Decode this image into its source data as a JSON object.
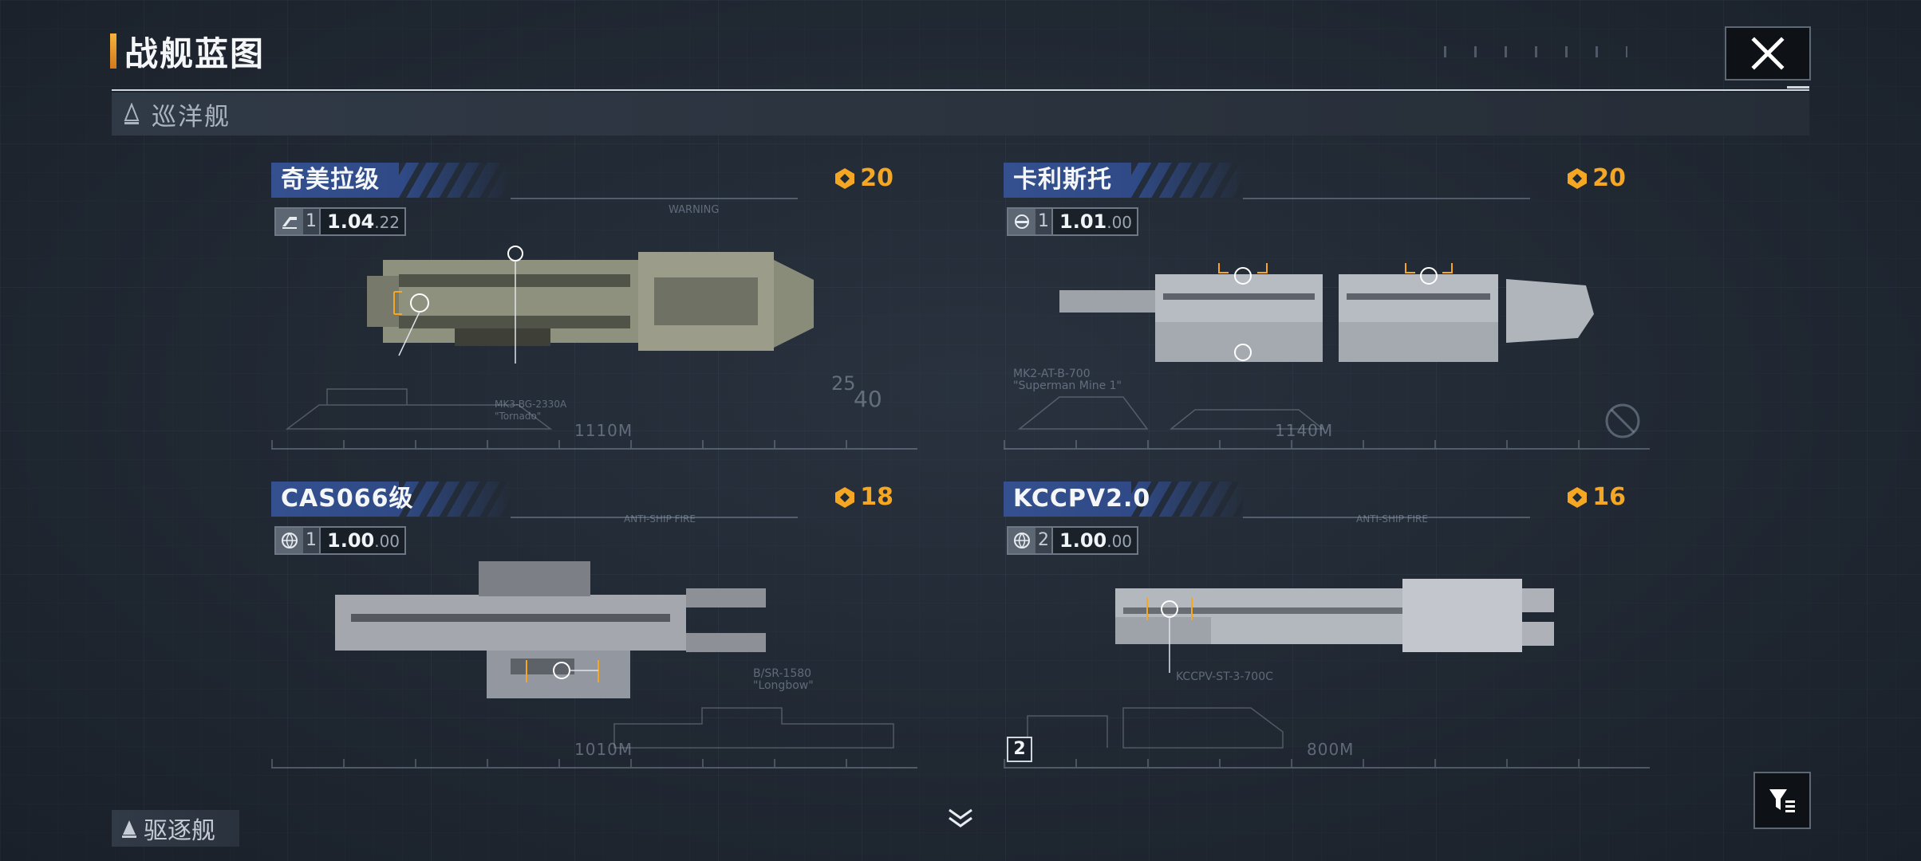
{
  "header": {
    "title": "战舰蓝图",
    "accent_color": "#f5a623"
  },
  "category": {
    "current": "巡洋舰",
    "next": "驱逐舰"
  },
  "cards": [
    {
      "name": "奇美拉级",
      "cost": "20",
      "stat_icon": "ship-class-icon",
      "tier": "1",
      "stat_major": "1.04",
      "stat_minor": "22",
      "length": "1110M",
      "tech_a": "MK3-BG-2330A\n\"Tornado\"",
      "tech_b": "WARNING",
      "tech_c": "25",
      "tech_d": "40"
    },
    {
      "name": "卡利斯托",
      "cost": "20",
      "stat_icon": "carrier-icon",
      "tier": "1",
      "stat_major": "1.01",
      "stat_minor": "00",
      "length": "1140M",
      "tech_a": "MK2-AT-B-700\n\"Superman Mine 1\"",
      "tech_b": "",
      "tech_c": "",
      "tech_d": ""
    },
    {
      "name": "CAS066级",
      "cost": "18",
      "stat_icon": "globe-icon",
      "tier": "1",
      "stat_major": "1.00",
      "stat_minor": "00",
      "length": "1010M",
      "tech_a": "B/SR-1580\n\"Longbow\"",
      "tech_b": "ANTI-SHIP FIRE",
      "tech_c": "",
      "tech_d": ""
    },
    {
      "name": "KCCPV2.0",
      "cost": "16",
      "stat_icon": "globe-icon",
      "tier": "2",
      "stat_major": "1.00",
      "stat_minor": "00",
      "length": "800M",
      "tech_a": "KCCPV-ST-3-700C",
      "tech_b": "ANTI-SHIP FIRE",
      "tech_c": "",
      "tech_d": "",
      "badge": "2"
    }
  ],
  "colors": {
    "card_strip": "#34508f",
    "cost": "#f5a623",
    "background": "#222a35"
  }
}
